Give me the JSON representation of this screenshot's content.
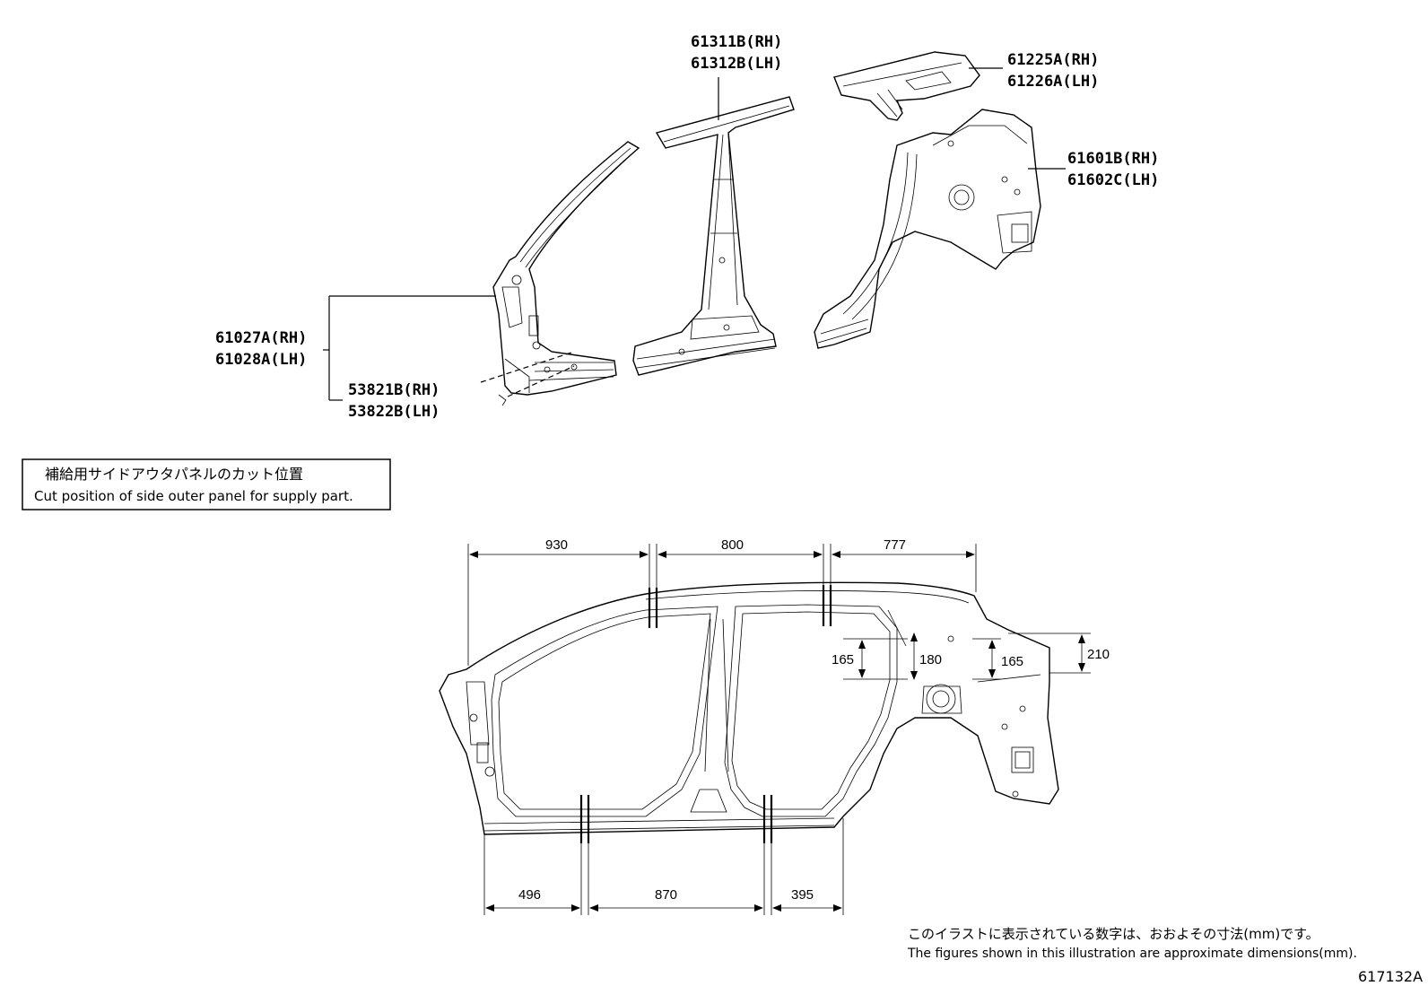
{
  "parts": {
    "p61311": {
      "rh": "61311B(RH)",
      "lh": "61312B(LH)"
    },
    "p61225": {
      "rh": "61225A(RH)",
      "lh": "61226A(LH)"
    },
    "p61601": {
      "rh": "61601B(RH)",
      "lh": "61602C(LH)"
    },
    "p61027": {
      "rh": "61027A(RH)",
      "lh": "61028A(LH)"
    },
    "p53821": {
      "rh": "53821B(RH)",
      "lh": "53822B(LH)"
    }
  },
  "cut_box": {
    "jp": "補給用サイドアウタパネルのカット位置",
    "en": "Cut position of side outer panel for supply part."
  },
  "dimensions": {
    "top": [
      "930",
      "800",
      "777"
    ],
    "bottom": [
      "496",
      "870",
      "395"
    ],
    "vertical": [
      "165",
      "180",
      "165",
      "210"
    ]
  },
  "footer": {
    "jp": "このイラストに表示されている数字は、おおよその寸法(mm)です。",
    "en": "The figures shown in this illustration are approximate dimensions(mm).",
    "code": "617132A"
  }
}
